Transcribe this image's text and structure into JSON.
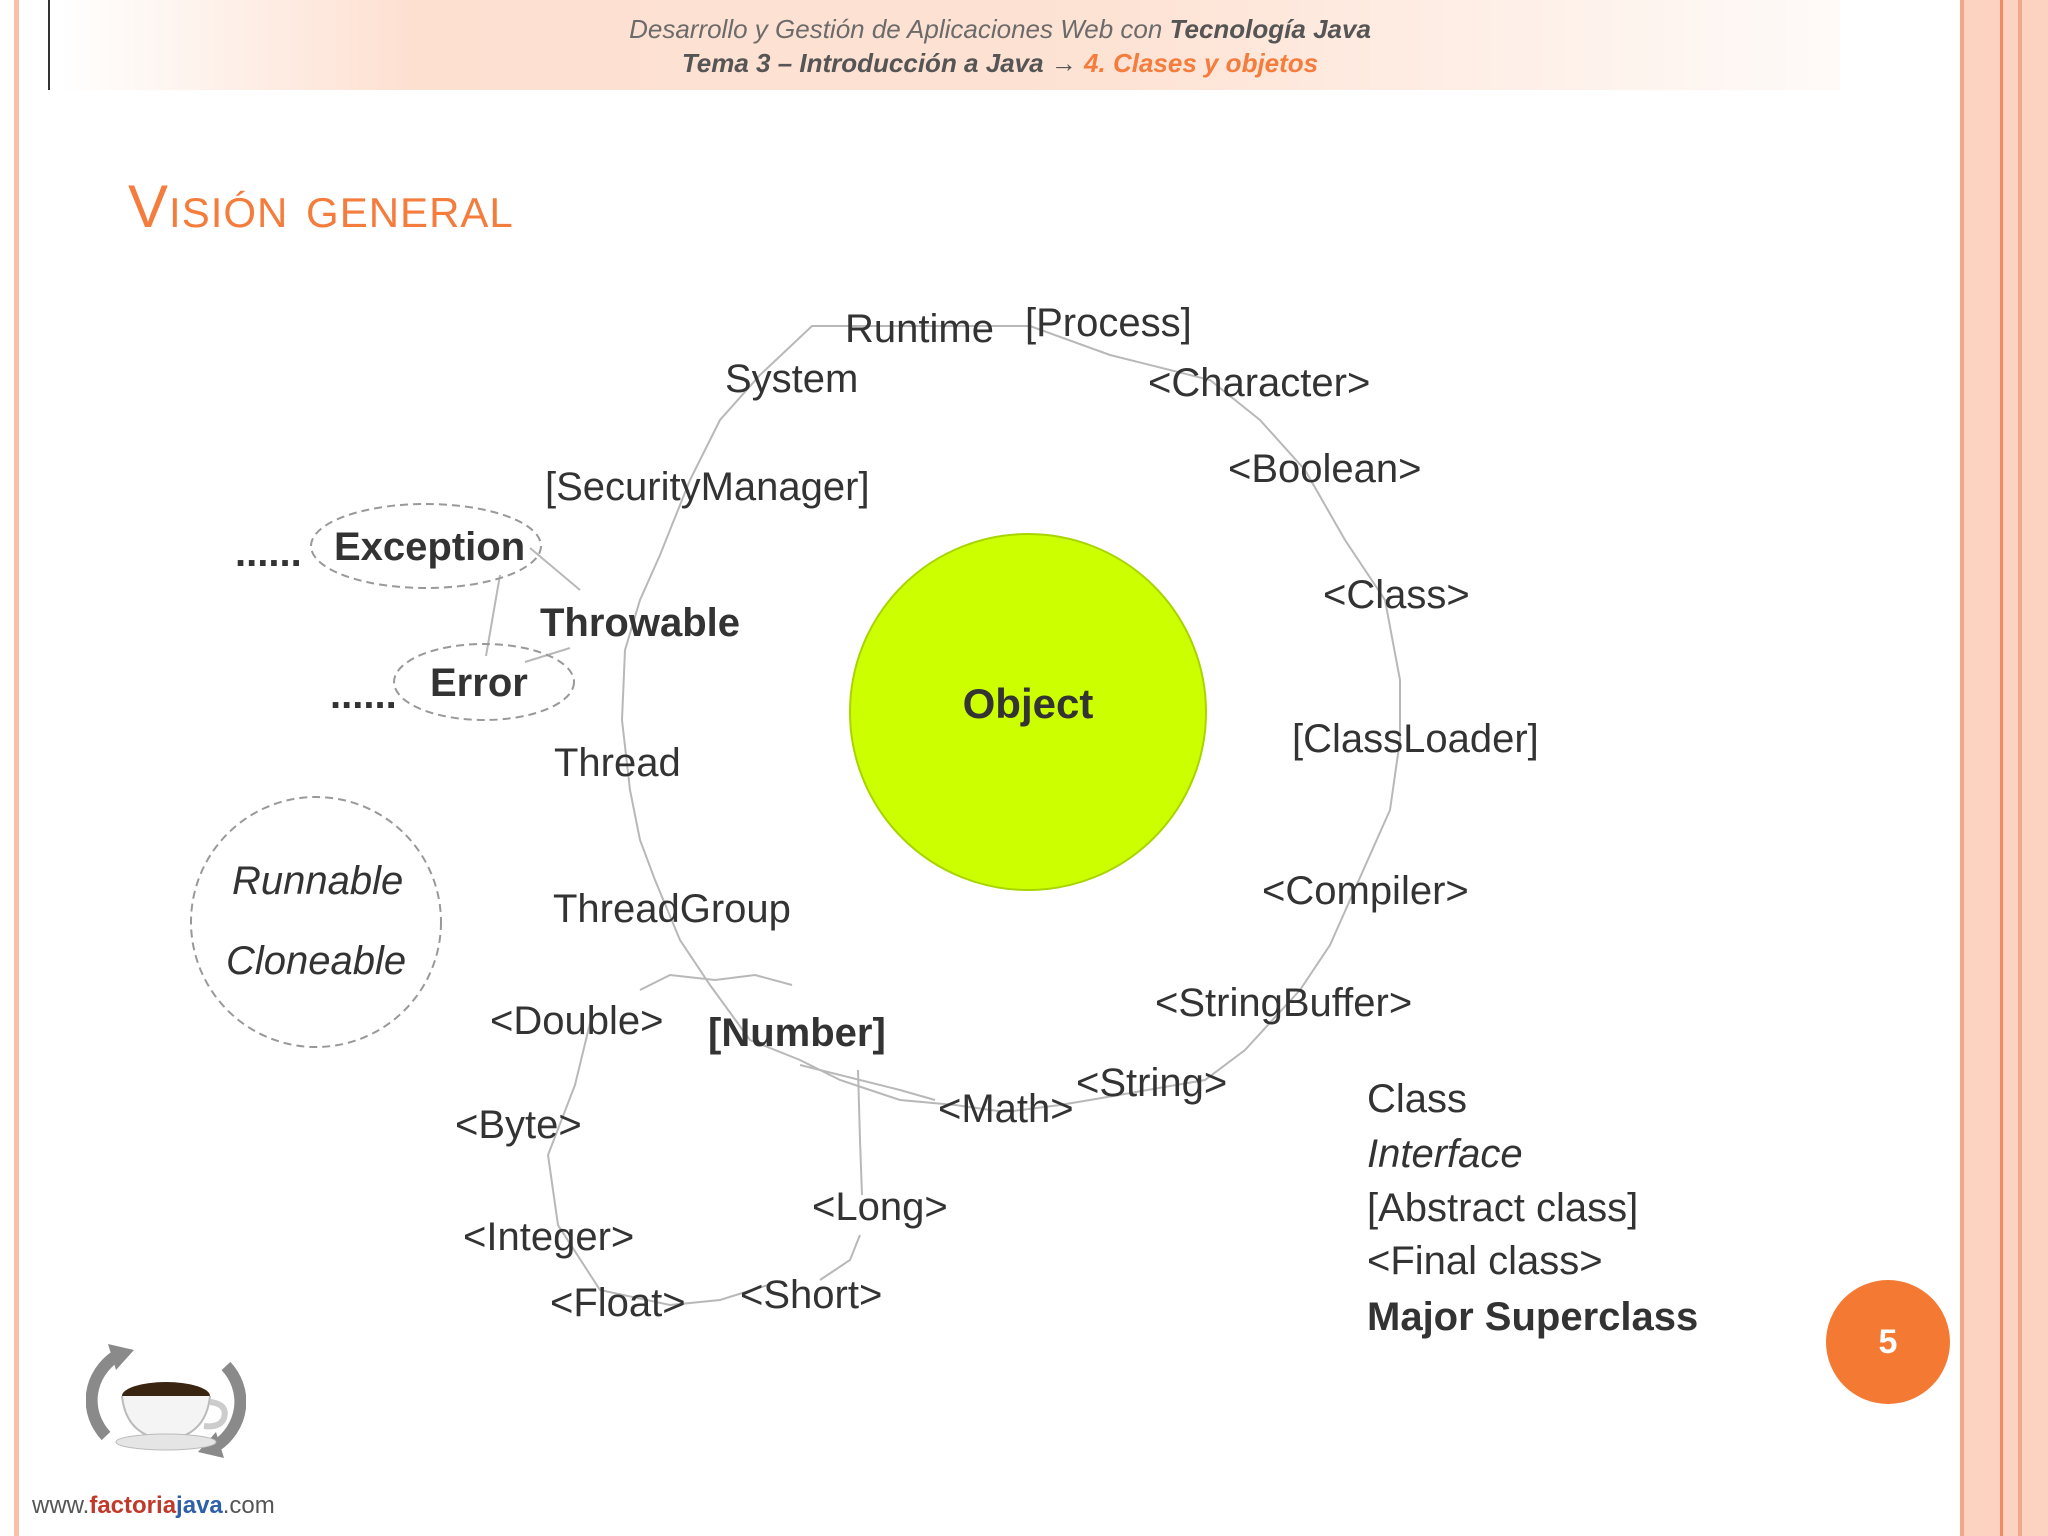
{
  "header": {
    "line1_prefix": "Desarrollo y Gestión de Aplicaciones Web con ",
    "line1_bold": "Tecnología Java",
    "line2_prefix": "Tema 3 – Introducción a Java ",
    "line2_arrow": "→",
    "line2_highlight": "4. Clases y objetos"
  },
  "slide": {
    "title": "Visión general",
    "page_number": "5"
  },
  "diagram": {
    "center": "Object",
    "nodes": {
      "runtime": "Runtime",
      "process": "[Process]",
      "system": "System",
      "character": "<Character>",
      "security_manager": "[SecurityManager]",
      "boolean": "<Boolean>",
      "exception": "Exception",
      "exception_dots": "......",
      "throwable": "Throwable",
      "class": "<Class>",
      "error": "Error",
      "error_dots": "......",
      "classloader": "[ClassLoader]",
      "thread": "Thread",
      "runnable": "Runnable",
      "cloneable": "Cloneable",
      "compiler": "<Compiler>",
      "threadgroup": "ThreadGroup",
      "stringbuffer": "<StringBuffer>",
      "double": "<Double>",
      "number": "[Number]",
      "string": "<String>",
      "math": "<Math>",
      "byte": "<Byte>",
      "long": "<Long>",
      "integer": "<Integer>",
      "short": "<Short>",
      "float": "<Float>"
    },
    "legend": {
      "class": "Class",
      "interface": "Interface",
      "abstract": "[Abstract class]",
      "final": "<Final class>",
      "major": "Major Superclass"
    }
  },
  "footer": {
    "url_prefix": "www.",
    "url_factoria": "factoria",
    "url_java": "java",
    "url_suffix": ".com"
  },
  "colors": {
    "accent": "#f47c3c",
    "object_fill": "#ccff00",
    "page_circle": "#f47a34"
  }
}
